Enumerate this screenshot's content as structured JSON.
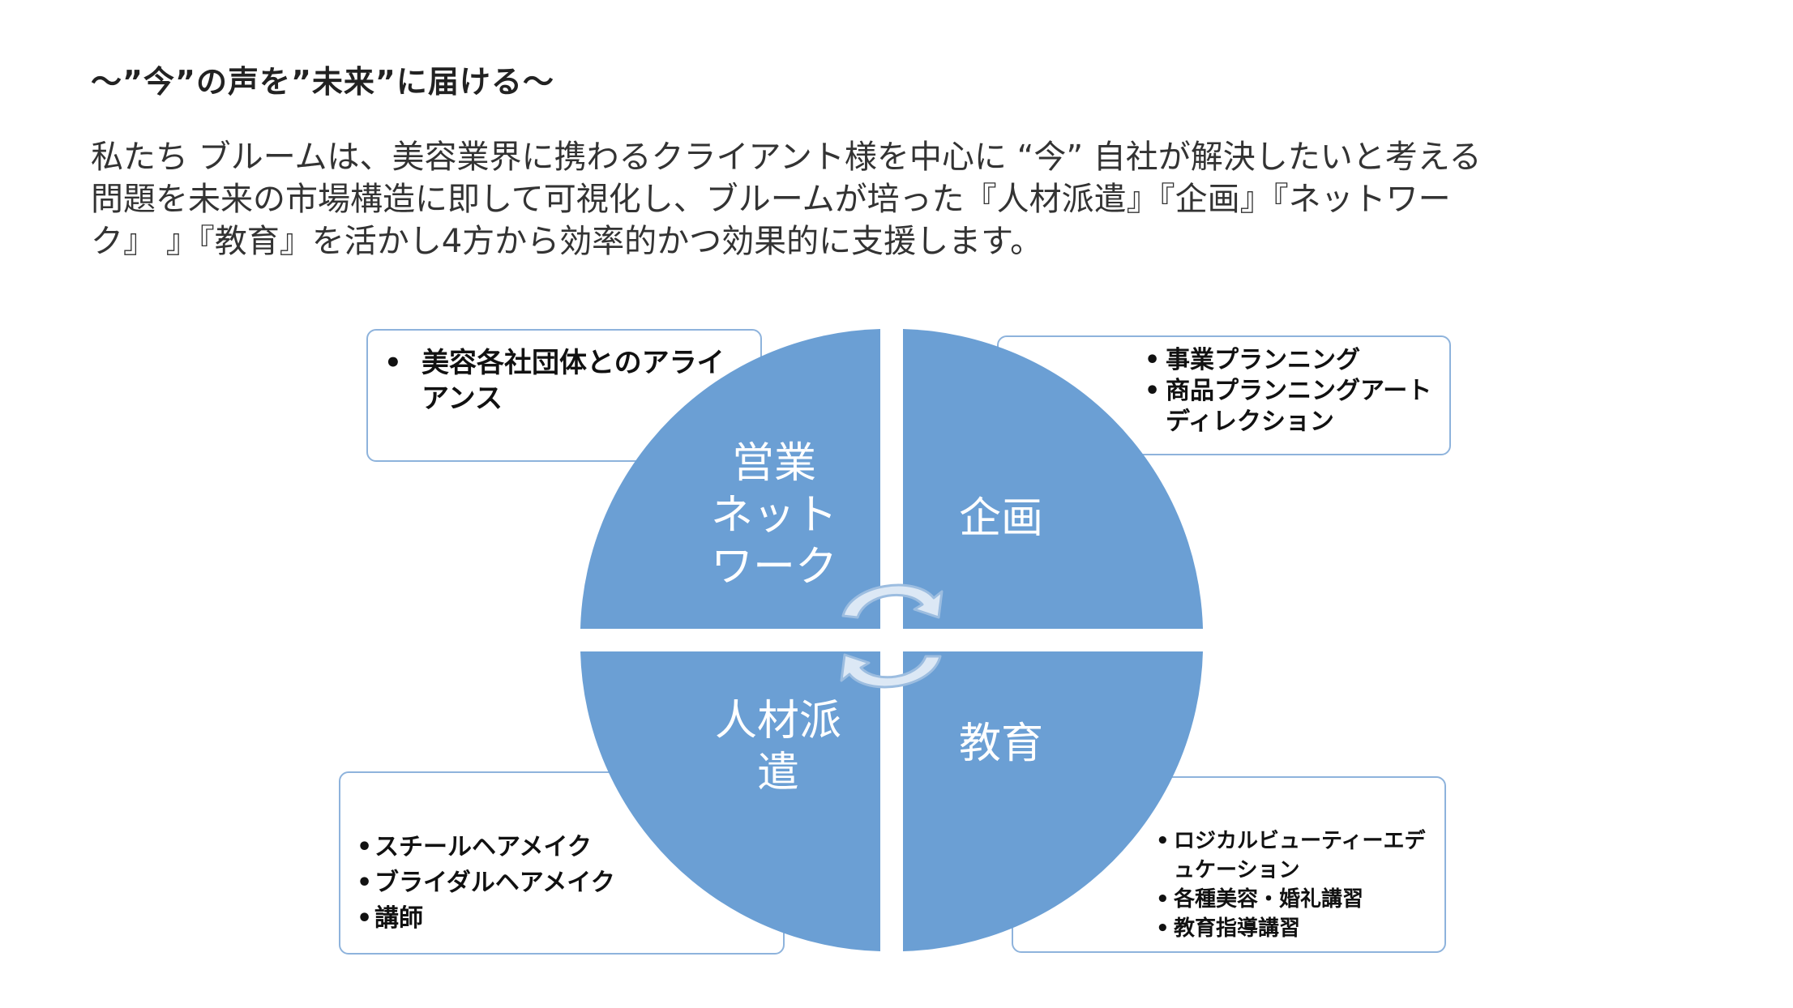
{
  "heading": "～”今”の声を”未来”に届ける～",
  "intro": {
    "lines": [
      "私たち ブルームは、美容業界に携わるクライアント様を中心に “今” 自社が解決したいと考える",
      "問題を未来の市場構造に即して可視化し、ブルームが培った『人材派遣』『企画』『ネットワー",
      "ク』 』『教育』を活かし4方から効率的かつ効果的に支援します。"
    ]
  },
  "diagram": {
    "colors": {
      "segment": "#6b9fd4",
      "box_border": "#8eb3dc",
      "arrow_fill": "#dce8f5",
      "arrow_stroke": "#9cbde0"
    },
    "quadrants": {
      "top_left": {
        "label_lines": [
          "営業",
          "ネット",
          "ワーク"
        ],
        "items": [
          "美容各社団体とのアライアンス"
        ]
      },
      "top_right": {
        "label_lines": [
          "企画"
        ],
        "items": [
          "事業プランニング",
          "商品プランニングアートディレクション"
        ]
      },
      "bottom_left": {
        "label_lines": [
          "人材派",
          "遣"
        ],
        "items": [
          "スチールヘアメイク",
          "ブライダルヘアメイク",
          "講師"
        ]
      },
      "bottom_right": {
        "label_lines": [
          "教育"
        ],
        "items": [
          "ロジカルビューティーエデュケーション",
          "各種美容・婚礼講習",
          "教育指導講習"
        ]
      }
    }
  }
}
